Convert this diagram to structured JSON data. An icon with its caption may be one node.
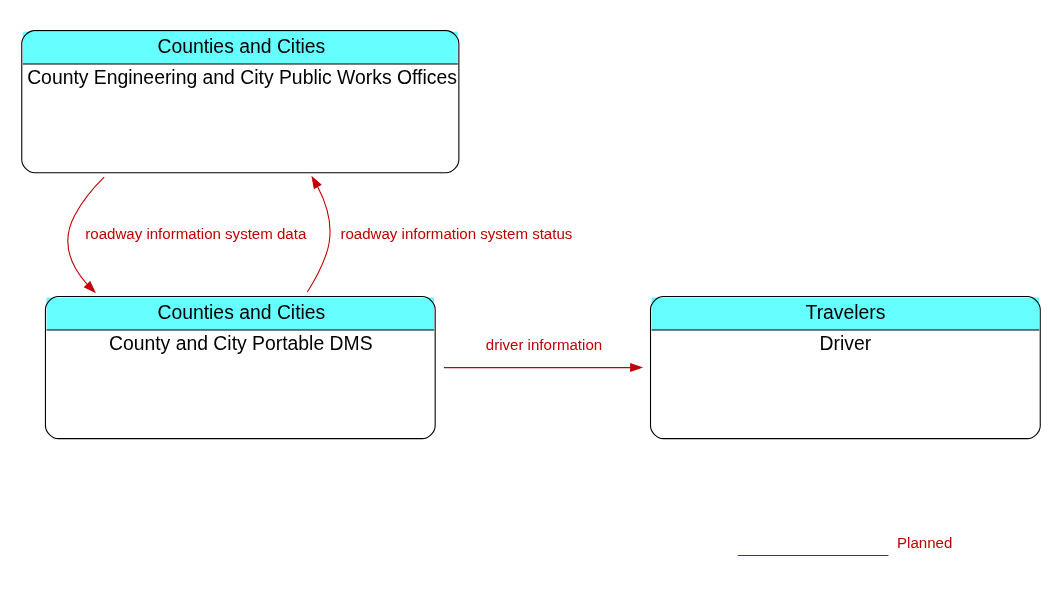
{
  "diagram": {
    "nodes": [
      {
        "text": [
          "Counties and Cities",
          "County Engineering and City Public Works Offices"
        ]
      },
      {
        "text": [
          "Travelers",
          "Driver"
        ]
      },
      {
        "text": [
          "Counties and Cities",
          "County and City Portable DMS"
        ]
      }
    ],
    "edges": [
      {
        "from": 2,
        "to": 0,
        "arrow": "to",
        "label": "roadway information system status"
      },
      {
        "from": 0,
        "to": 2,
        "arrow": "to",
        "label": "roadway information system data"
      },
      {
        "from": 2,
        "to": 1,
        "arrow": "to",
        "label": "driver information"
      }
    ],
    "legend": [
      {
        "text": "Planned"
      }
    ]
  }
}
